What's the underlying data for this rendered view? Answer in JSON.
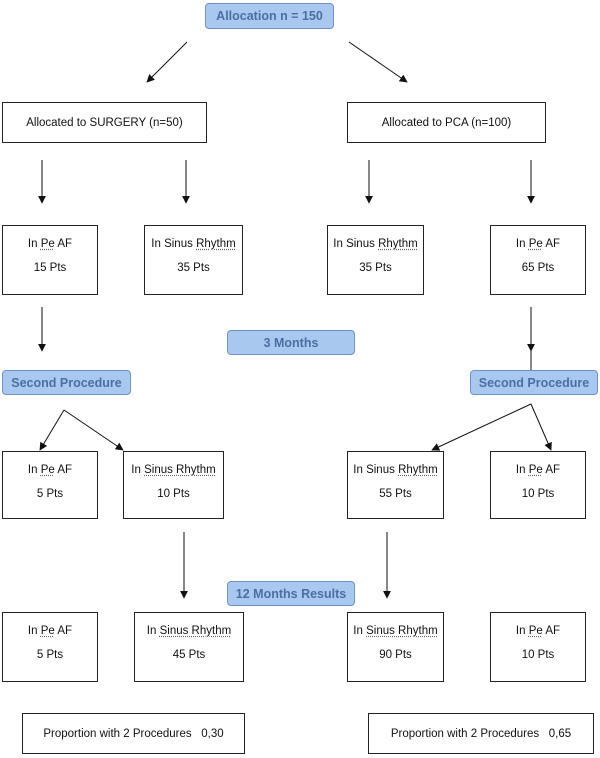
{
  "allocation": "Allocation n = 150",
  "groups": {
    "surgery": "Allocated to SURGERY (n=50)",
    "pca": "Allocated to PCA (n=100)"
  },
  "milestones": {
    "three_months": "3 Months",
    "twelve_months": "12 Months Results"
  },
  "second_procedure": "Second Procedure",
  "boxes": {
    "b1": {
      "prefix": "In",
      "state": "Pe",
      "suffix": "AF",
      "count": "15 Pts"
    },
    "b2": {
      "prefix": "In Sinus",
      "state": "Rhythm",
      "suffix": "",
      "count": "35 Pts"
    },
    "b3": {
      "prefix": "In Sinus",
      "state": "Rhythm",
      "suffix": "",
      "count": "35 Pts"
    },
    "b4": {
      "prefix": "In",
      "state": "Pe",
      "suffix": "AF",
      "count": "65 Pts"
    },
    "b5": {
      "prefix": "In",
      "state": "Pe",
      "suffix": "AF",
      "count": "5 Pts"
    },
    "b6": {
      "prefix": "In",
      "state": "Sinus Rhythm",
      "suffix": "",
      "count": "10 Pts"
    },
    "b7": {
      "prefix": "In Sinus",
      "state": "Rhythm",
      "suffix": "",
      "count": "55 Pts"
    },
    "b8": {
      "prefix": "In",
      "state": "Pe",
      "suffix": "AF",
      "count": "10 Pts"
    },
    "b9": {
      "prefix": "In",
      "state": "Pe",
      "suffix": "AF",
      "count": "5 Pts"
    },
    "b10": {
      "prefix": "In",
      "state": "Sinus Rhythm",
      "suffix": "",
      "count": "45 Pts"
    },
    "b11": {
      "prefix": "In",
      "state": "Sinus Rhythm",
      "suffix": "",
      "count": "90 Pts"
    },
    "b12": {
      "prefix": "In",
      "state": "Pe",
      "suffix": "AF",
      "count": "10 Pts"
    }
  },
  "proportions": {
    "surgery": "Proportion with 2 Procedures   0,30",
    "pca": "Proportion with 2 Procedures   0,65"
  },
  "colors": {
    "pill_fill": "#a9c8ef",
    "pill_border": "#6f93c7",
    "pill_text": "#4b6fa5"
  }
}
